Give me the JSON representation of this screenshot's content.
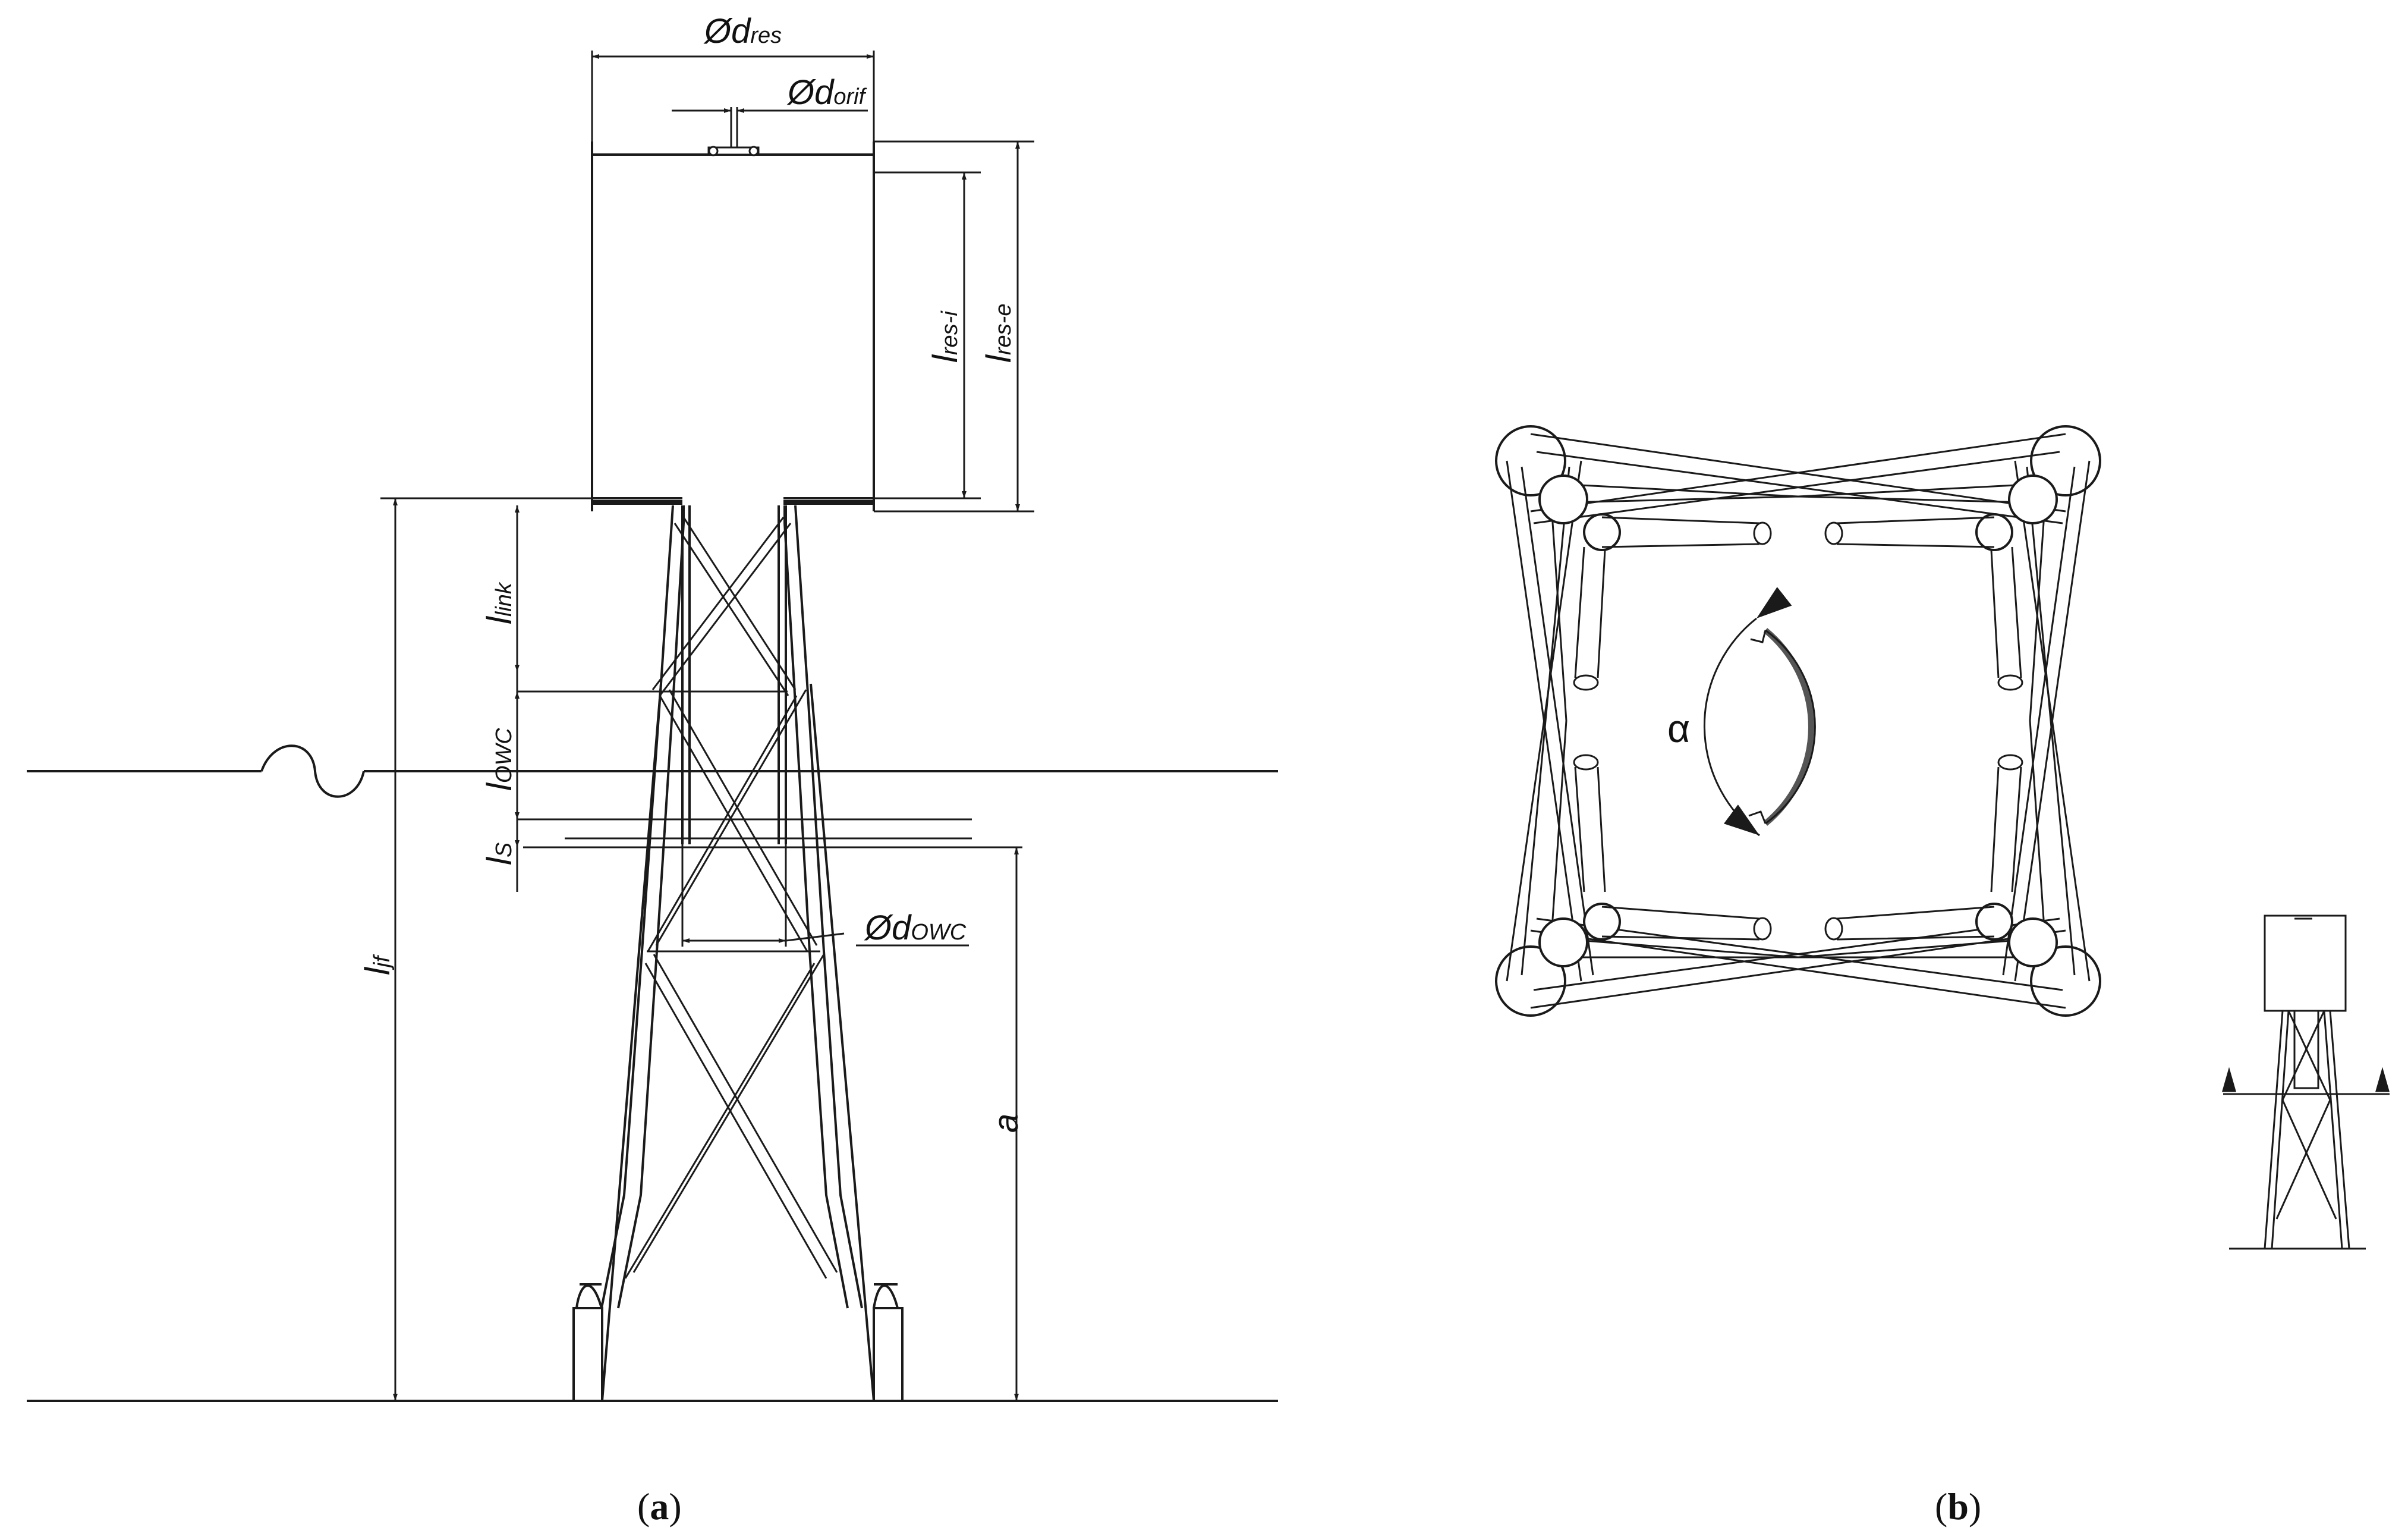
{
  "colors": {
    "line": "#1a1a1a",
    "background": "#ffffff",
    "hatch": "#555555"
  },
  "panel_a": {
    "labels": {
      "d_res": {
        "prefix": "Ød",
        "sub": "res"
      },
      "d_orif": {
        "prefix": "Ød",
        "sub": "orif"
      },
      "l_res_i": {
        "prefix": "l",
        "sub": "res-i"
      },
      "l_res_e": {
        "prefix": "l",
        "sub": "res-e"
      },
      "l_link": {
        "prefix": "l",
        "sub": "link"
      },
      "l_owc": {
        "prefix": "l",
        "sub": "OWC"
      },
      "l_s": {
        "prefix": "l",
        "sub": "S"
      },
      "l_jf": {
        "prefix": "l",
        "sub": "jf"
      },
      "d_owc": {
        "prefix": "Ød",
        "sub": "OWC"
      },
      "a": "a"
    },
    "caption": {
      "open": "(",
      "letter": "a",
      "close": ")"
    }
  },
  "panel_b": {
    "alpha": "α",
    "caption": {
      "open": "(",
      "letter": "b",
      "close": ")"
    }
  }
}
